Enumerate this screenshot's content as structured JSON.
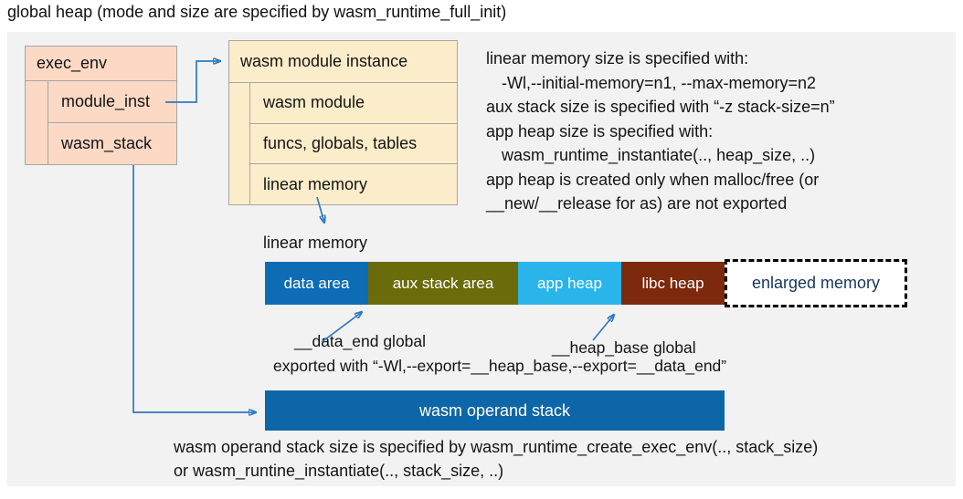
{
  "title": "global heap (mode and size are specified by wasm_runtime_full_init)",
  "exec_env": {
    "header": "exec_env",
    "rows": [
      {
        "label": "module_inst"
      },
      {
        "label": "wasm_stack"
      }
    ],
    "fill": "#fbd9c5"
  },
  "module_instance": {
    "header": "wasm module instance",
    "rows": [
      {
        "label": "wasm module"
      },
      {
        "label": "funcs, globals, tables"
      },
      {
        "label": "linear memory"
      }
    ],
    "fill": "#fcedca"
  },
  "right_notes": {
    "lines": [
      "linear memory size is specified with:",
      "-Wl,--initial-memory=n1, --max-memory=n2",
      "aux stack size is specified with “-z stack-size=n”",
      "app heap size is specified with:",
      "wasm_runtime_instantiate(.., heap_size, ..)",
      "app heap is created only when malloc/free (or",
      "__new/__release for as) are not exported"
    ]
  },
  "linear_memory": {
    "label": "linear memory",
    "segments": [
      {
        "label": "data area",
        "color": "#0d6cb4"
      },
      {
        "label": "aux stack area",
        "color": "#6a6b0b"
      },
      {
        "label": "app heap",
        "color": "#29b5ea"
      },
      {
        "label": "libc heap",
        "color": "#7c290d"
      }
    ],
    "enlarged": {
      "label": "enlarged memory",
      "text_color": "#16365d"
    }
  },
  "annotations": {
    "data_end": "__data_end global",
    "heap_base": "__heap_base global",
    "exported": "exported with “-Wl,--export=__heap_base,--export=__data_end”"
  },
  "operand_stack": {
    "label": "wasm operand stack",
    "color": "#0c66a8"
  },
  "bottom_notes": {
    "lines": [
      "wasm operand stack size is specified by wasm_runtime_create_exec_env(.., stack_size)",
      "or wasm_runtine_instantiate(.., stack_size, ..)"
    ]
  },
  "colors": {
    "canvas": "#f2f2f2",
    "box_border": "#a6a6a6",
    "connector": "#2e79c2"
  }
}
